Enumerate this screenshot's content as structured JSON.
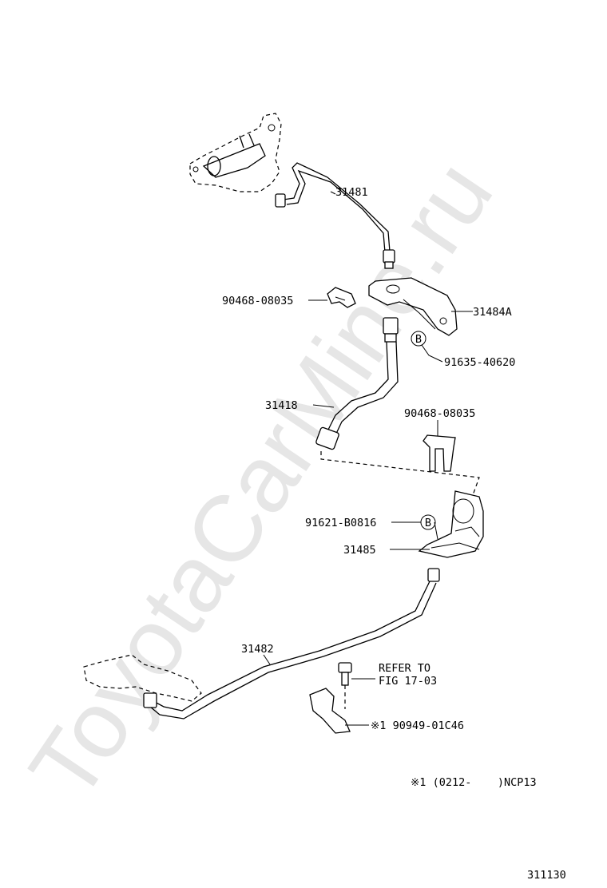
{
  "watermark": "ToyotaCarMine.ru",
  "callouts": {
    "p31481": "31481",
    "p90468_top": "90468-08035",
    "p31484A": "31484A",
    "p91635": "91635-40620",
    "p31418": "31418",
    "p90468_mid": "90468-08035",
    "p91621": "91621-B0816",
    "p31485": "31485",
    "p31482": "31482",
    "refer_line1": "REFER TO",
    "refer_line2": "FIG 17-03",
    "p90949": "※1 90949-01C46",
    "circle_b1": "B",
    "circle_b2": "B"
  },
  "footnote": "※1 (0212-    )NCP13",
  "figure_number": "311130",
  "colors": {
    "line": "#000000",
    "watermark": "#e6e6e6",
    "background": "#ffffff"
  }
}
